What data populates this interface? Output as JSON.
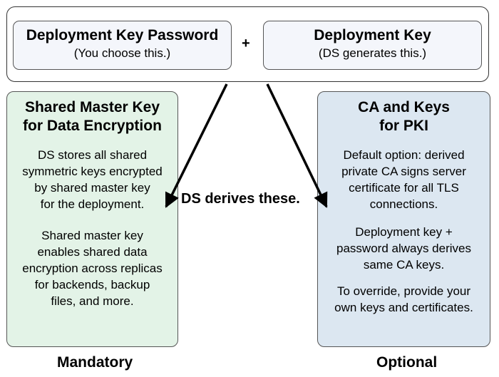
{
  "top": {
    "password_key": {
      "title": "Deployment Key Password",
      "subtitle": "(You choose this.)"
    },
    "plus": "+",
    "deployment_key": {
      "title": "Deployment Key",
      "subtitle": "(DS generates this.)"
    }
  },
  "derive_label": "DS derives these.",
  "left_panel": {
    "title_line1": "Shared Master Key",
    "title_line2": "for Data Encryption",
    "p1": [
      "DS stores all shared",
      "symmetric keys encrypted",
      "by shared master key",
      "for the deployment."
    ],
    "p2": [
      "Shared master key",
      "enables shared data",
      "encryption across replicas",
      "for backends, backup",
      "files, and more."
    ],
    "footer": "Mandatory",
    "fill_color": "#e3f3e7"
  },
  "right_panel": {
    "title_line1": "CA and Keys",
    "title_line2": "for PKI",
    "p1": [
      "Default option: derived",
      "private CA signs server",
      "certificate for all TLS",
      "connections."
    ],
    "p2": [
      "Deployment key +",
      "password always derives",
      "same CA keys."
    ],
    "p3": [
      "To override, provide your",
      "own keys and certificates."
    ],
    "footer": "Optional",
    "fill_color": "#dce7f1"
  }
}
